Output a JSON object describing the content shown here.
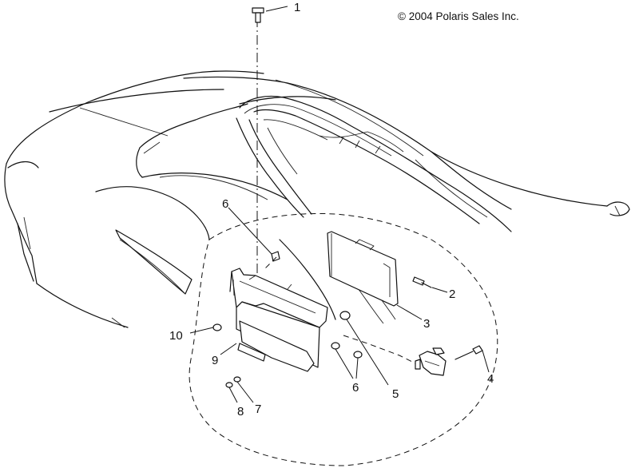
{
  "copyright": "© 2004 Polaris Sales Inc.",
  "callouts": [
    "1",
    "2",
    "3",
    "4",
    "5",
    "6",
    "6",
    "7",
    "8",
    "9",
    "10"
  ]
}
